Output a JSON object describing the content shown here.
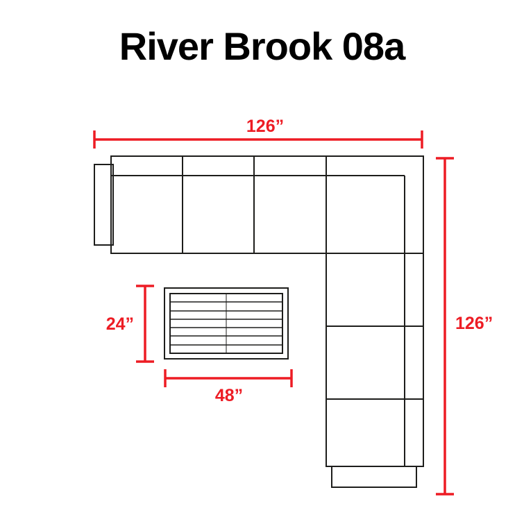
{
  "title": "River Brook 08a",
  "diagram": {
    "top_width_label": "126”",
    "right_height_label": "126”",
    "table_depth_label": "24”",
    "table_width_label": "48”"
  },
  "colors": {
    "dimension-color": "#ed1c24",
    "outline-color": "#1d1d1b",
    "title-color": "#000000",
    "background-color": "#ffffff"
  }
}
